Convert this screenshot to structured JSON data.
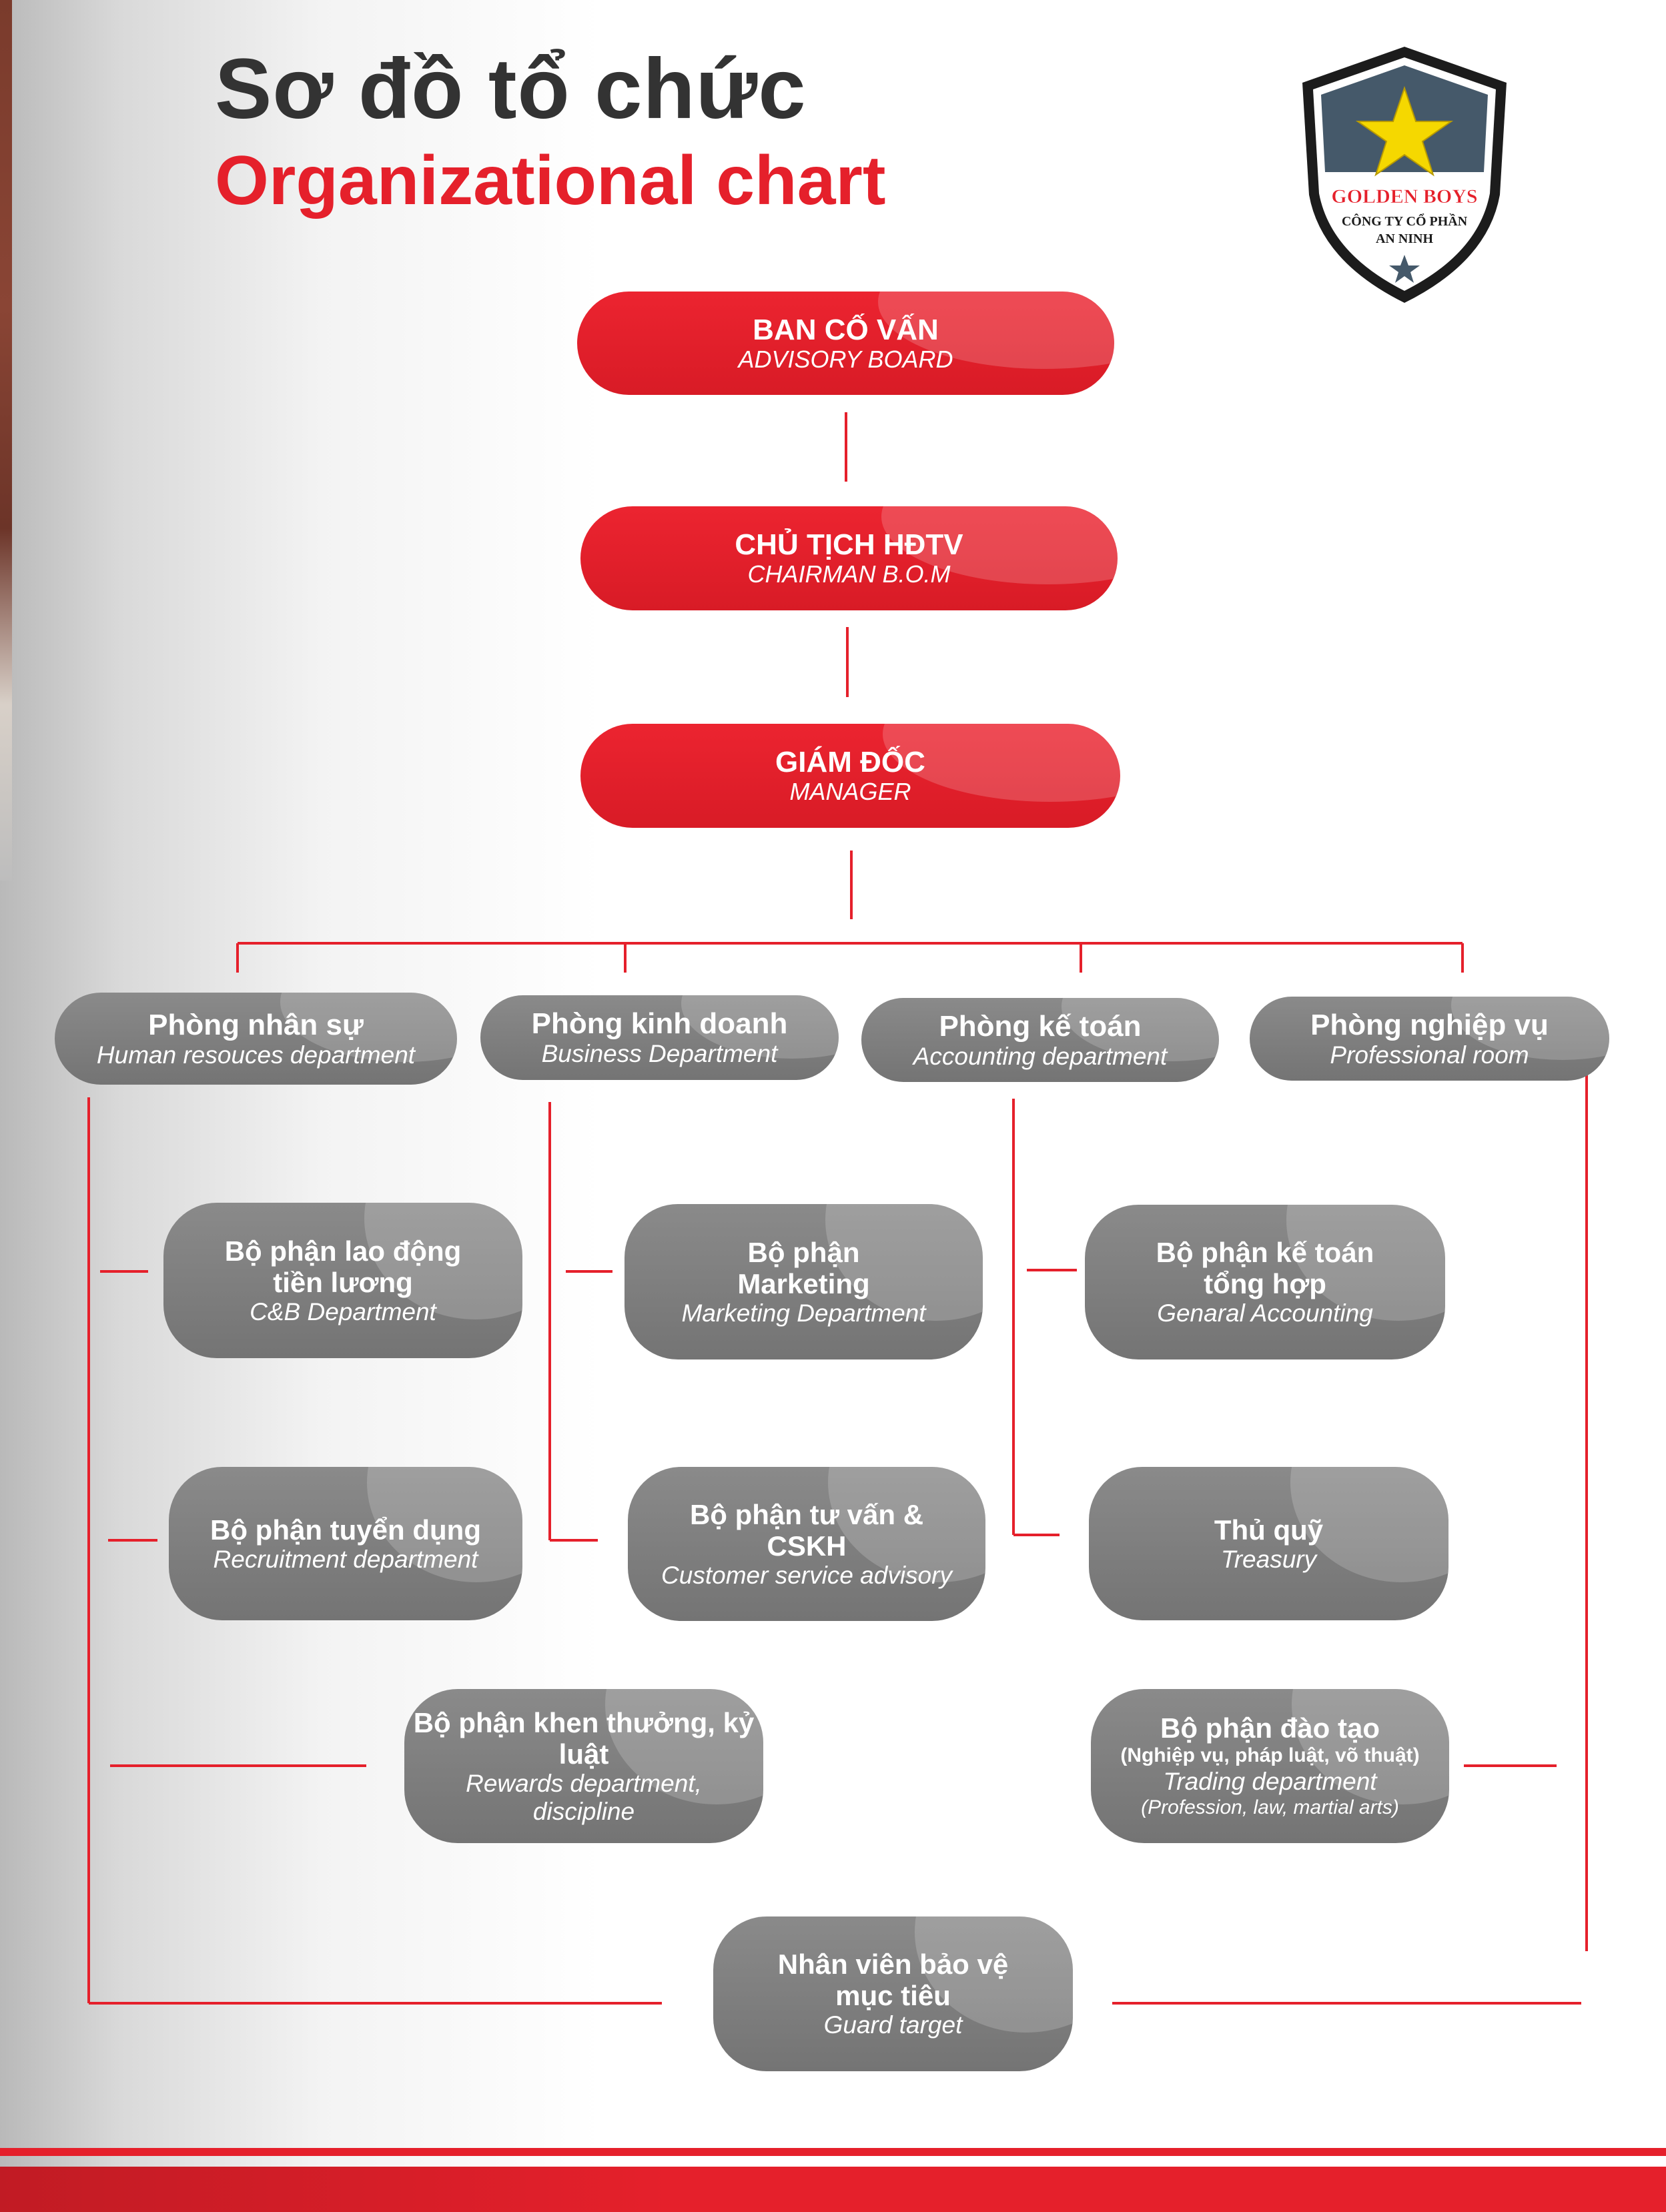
{
  "header": {
    "title_vn": "Sơ đồ tổ chức",
    "title_en": "Organizational chart"
  },
  "logo": {
    "brand": "GOLDEN BOYS",
    "line1": "CÔNG TY CỔ PHẦN",
    "line2": "AN NINH",
    "icon": "star-shield-icon"
  },
  "colors": {
    "accent_red": "#e5202b",
    "node_grey": "#7f7f7f",
    "title_dark": "#333333",
    "logo_shield": "#45596a",
    "logo_star": "#f5d800"
  },
  "top": [
    {
      "title": "BAN CỐ VẤN",
      "subtitle": "ADVISORY BOARD"
    },
    {
      "title": "CHỦ TỊCH HĐTV",
      "subtitle": "CHAIRMAN B.O.M"
    },
    {
      "title": "GIÁM ĐỐC",
      "subtitle": "MANAGER"
    }
  ],
  "departments": [
    {
      "title": "Phòng nhân sự",
      "subtitle": "Human resouces department"
    },
    {
      "title": "Phòng kinh doanh",
      "subtitle": "Business Department"
    },
    {
      "title": "Phòng kế toán",
      "subtitle": "Accounting department"
    },
    {
      "title": "Phòng nghiệp vụ",
      "subtitle": "Professional room"
    }
  ],
  "units": {
    "cb": {
      "title": "Bộ phận lao động tiền lương",
      "subtitle": "C&B Department"
    },
    "recruit": {
      "title": "Bộ phận tuyển dụng",
      "subtitle": "Recruitment department"
    },
    "reward": {
      "title": "Bộ phận khen thưởng, kỷ luật",
      "subtitle": "Rewards department, discipline"
    },
    "marketing": {
      "title": "Bộ phận Marketing",
      "subtitle": "Marketing Department"
    },
    "cs": {
      "title": "Bộ phận tư vấn & CSKH",
      "subtitle": "Customer service advisory"
    },
    "general_acc": {
      "title": "Bộ phận kế toán tổng hợp",
      "subtitle": "Genaral Accounting"
    },
    "treasury": {
      "title": "Thủ quỹ",
      "subtitle": "Treasury"
    },
    "training": {
      "title": "Bộ phận đào tạo",
      "detail": "(Nghiệp vụ, pháp luật, võ thuật)",
      "subtitle": "Trading department",
      "subdetail": "(Profession, law, martial arts)"
    },
    "guard": {
      "title": "Nhân viên bảo vệ mục tiêu",
      "subtitle": "Guard target"
    }
  }
}
